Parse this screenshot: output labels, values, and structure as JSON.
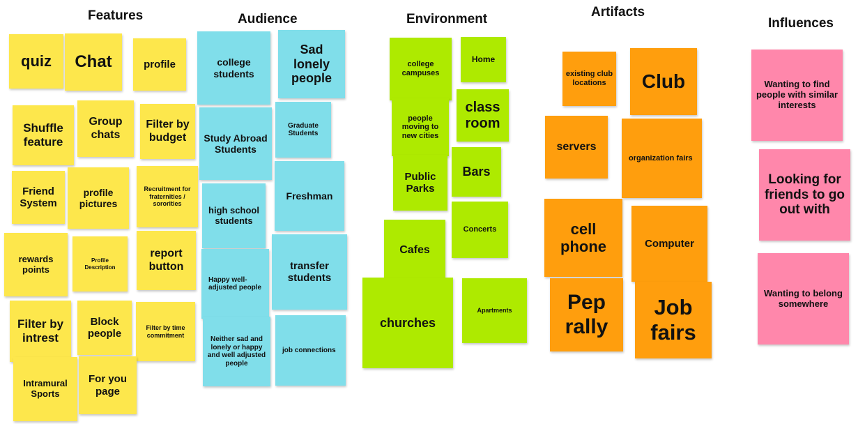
{
  "headings": {
    "features": "Features",
    "audience": "Audience",
    "environment": "Environment",
    "artifacts": "Artifacts",
    "influences": "Influences"
  },
  "features": [
    "quiz",
    "Chat",
    "profile",
    "Shuffle feature",
    "Group chats",
    "Filter by budget",
    "Friend System",
    "profile pictures",
    "Recruitment for fraternities / sororities",
    "rewards points",
    "Profile Description",
    "report button",
    "Filter by intrest",
    "Block people",
    "Filter by time commitment",
    "Intramural Sports",
    "For you page"
  ],
  "audience": [
    "college students",
    "Sad lonely people",
    "Study Abroad Students",
    "Graduate Students",
    "high school students",
    "Freshman",
    "Happy well-adjusted people",
    "transfer students",
    "Neither sad and lonely or happy and well adjusted people",
    "job connections"
  ],
  "environment": [
    "college campuses",
    "Home",
    "people moving to new cities",
    "class room",
    "Public Parks",
    "Bars",
    "Concerts",
    "Cafes",
    "churches",
    "Apartments"
  ],
  "artifacts": [
    "existing club locations",
    "Club",
    "servers",
    "organization fairs",
    "cell phone",
    "Computer",
    "Pep rally",
    "Job fairs"
  ],
  "influences": [
    "Wanting to find people with similar interests",
    "Looking for friends to go out with",
    "Wanting to belong somewhere"
  ],
  "colors": {
    "features": "#fde74c",
    "audience": "#80deea",
    "environment": "#aeea00",
    "artifacts": "#ff9e0d",
    "influences": "#ff87ab"
  }
}
